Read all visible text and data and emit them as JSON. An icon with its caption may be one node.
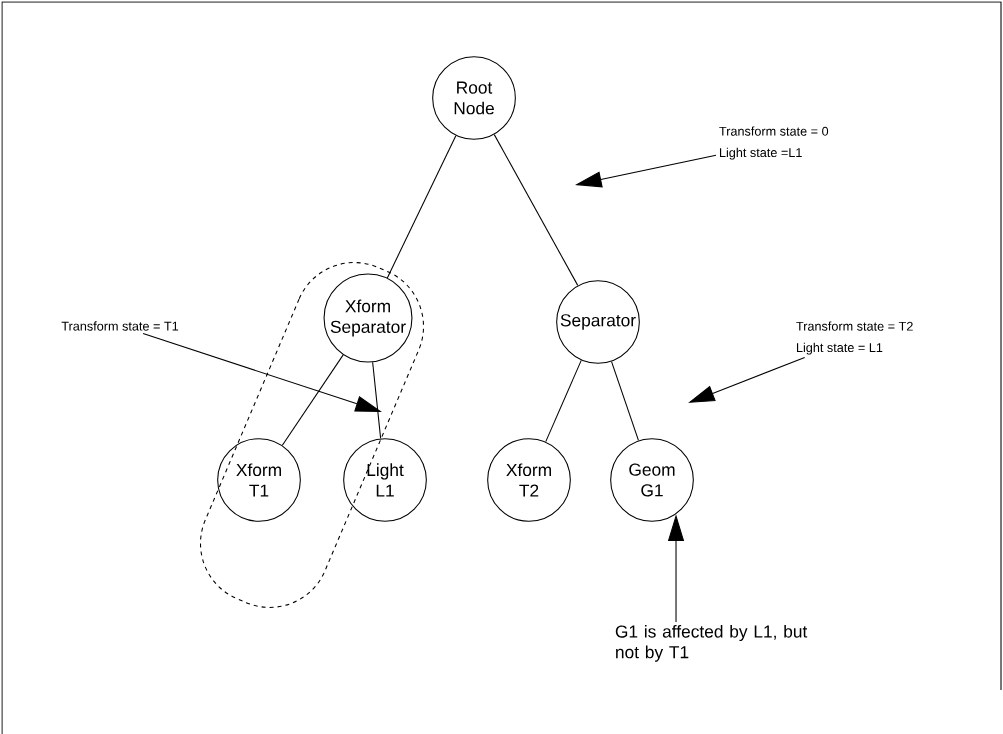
{
  "diagram": {
    "nodes": [
      {
        "text": [
          "Root Node"
        ]
      },
      {
        "text": [
          "Xform Separator"
        ]
      },
      {
        "text": [
          "Separator"
        ]
      },
      {
        "text": [
          "Xform T1"
        ]
      },
      {
        "text": [
          "Light L1"
        ]
      },
      {
        "text": [
          "Xform T2"
        ]
      },
      {
        "text": [
          "Geom G1"
        ]
      },
      {
        "text": [
          "Transform state = 0",
          "Light state =L1"
        ]
      },
      {
        "text": [
          "Transform state = T1"
        ]
      },
      {
        "text": [
          "Transform state = T2",
          "Light state = L1"
        ]
      },
      {
        "text": [
          "G1 is affected by L1, but not by T1"
        ]
      }
    ],
    "edges": [
      {
        "from": 0,
        "to": 1,
        "arrow": "none"
      },
      {
        "from": 0,
        "to": 2,
        "arrow": "none"
      },
      {
        "from": 1,
        "to": 3,
        "arrow": "none"
      },
      {
        "from": 1,
        "to": 4,
        "arrow": "none"
      },
      {
        "from": 2,
        "to": 5,
        "arrow": "none"
      },
      {
        "from": 2,
        "to": 6,
        "arrow": "none"
      },
      {
        "from": 7,
        "to": null,
        "arrow": "to"
      },
      {
        "from": 8,
        "to": null,
        "arrow": "to"
      },
      {
        "from": 9,
        "to": null,
        "arrow": "to"
      },
      {
        "from": 10,
        "to": 6,
        "arrow": "to"
      }
    ]
  }
}
